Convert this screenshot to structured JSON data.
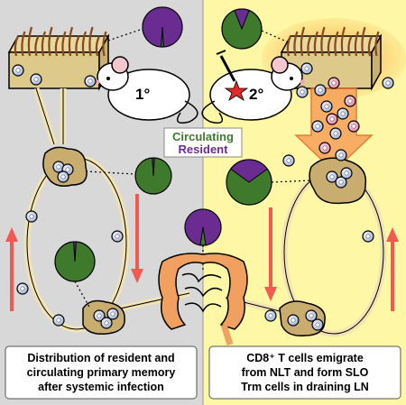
{
  "legend": {
    "circulating": "Circulating",
    "resident": "Resident"
  },
  "colors": {
    "left_panel_bg": "#d8d8d8",
    "right_panel_bg": "#fdf7a6",
    "circulating_green": "#3f7a2c",
    "resident_purple": "#6a2c91",
    "vessel": "#f1e3b4",
    "node": "#c9ad6f",
    "arrow_red": "#f25a4f",
    "migration_arrow": "#f7a55c"
  },
  "panels": {
    "left": {
      "mouse_label": "1°",
      "caption_lines": [
        "Distribution of resident and",
        "circulating primary memory",
        "after systemic infection"
      ]
    },
    "right": {
      "mouse_label": "2°",
      "caption_lines": [
        "CD8⁺ T cells emigrate",
        "from NLT and form SLO",
        "Trm cells in draining LN"
      ]
    }
  },
  "pies": [
    {
      "id": "left-skin-pie",
      "resident_fraction": 0.98
    },
    {
      "id": "left-upper-node-pie",
      "resident_fraction": 0.02
    },
    {
      "id": "left-lower-node-pie",
      "resident_fraction": 0.02
    },
    {
      "id": "gut-pie",
      "resident_fraction": 0.95
    },
    {
      "id": "right-skin-pie",
      "resident_fraction": 0.12
    },
    {
      "id": "right-node-pie",
      "resident_fraction": 0.3
    }
  ]
}
